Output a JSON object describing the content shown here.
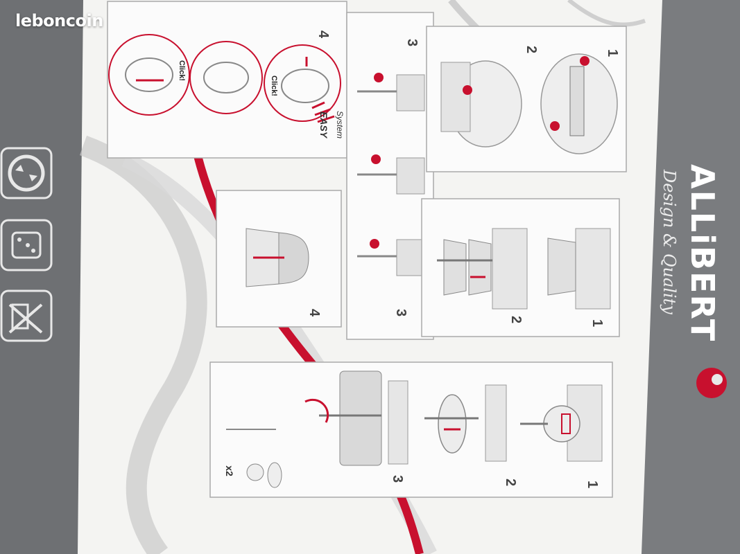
{
  "watermark": "leboncoin",
  "brand": {
    "name": "ALLiBERT",
    "tagline": "Design & Quality",
    "accent_color": "#c8102e"
  },
  "panels": {
    "top": {
      "steps": [
        "1",
        "2",
        "3",
        "4"
      ],
      "click_label": "Click!",
      "system_label": "System",
      "easy_label": "EASY"
    },
    "middle": {
      "steps": [
        "1",
        "2",
        "3",
        "4"
      ]
    },
    "bottom": {
      "steps": [
        "1",
        "2",
        "3"
      ],
      "quantity_label": "x2"
    }
  },
  "side_icons": [
    "recycle-icon",
    "no-sponge-icon",
    "no-solvent-icon"
  ]
}
